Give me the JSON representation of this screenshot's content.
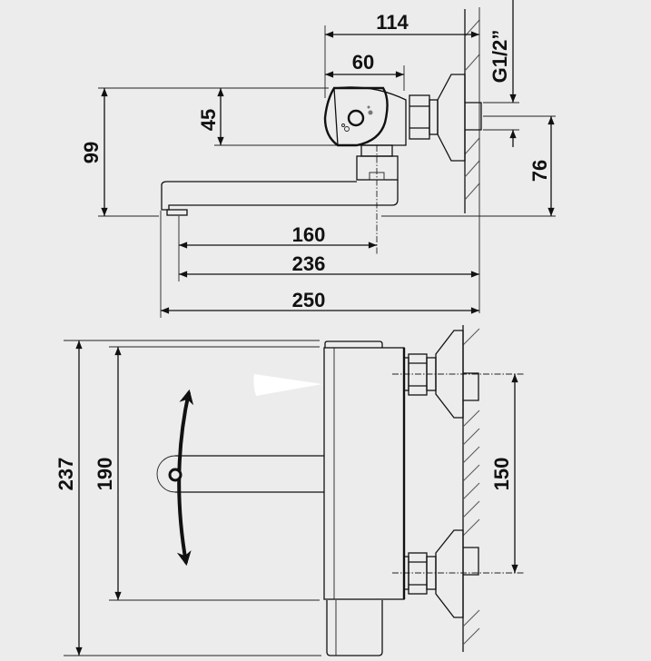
{
  "top_view": {
    "dimensions": {
      "d114": "114",
      "d60": "60",
      "d45": "45",
      "d99": "99",
      "d76": "76",
      "thread": "G1/2”",
      "d160": "160",
      "d236": "236",
      "d250": "250"
    }
  },
  "front_view": {
    "dimensions": {
      "d237": "237",
      "d190": "190",
      "d150": "150"
    }
  },
  "colors": {
    "background": "#ececec",
    "line": "#111111"
  }
}
